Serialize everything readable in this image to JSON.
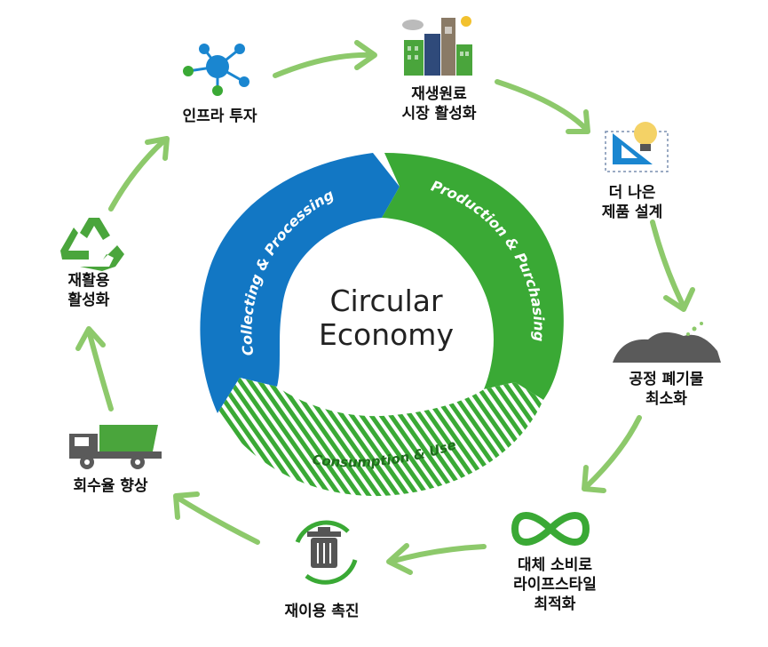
{
  "center": {
    "line1": "Circular",
    "line2": "Economy"
  },
  "segments": {
    "collecting": "Collecting & Processing",
    "production": "Production & Purchasing",
    "consumption": "Consumption & Use"
  },
  "nodes": {
    "infra": {
      "lines": [
        "인프라 투자"
      ]
    },
    "market": {
      "lines": [
        "재생원료",
        "시장 활성화"
      ]
    },
    "design": {
      "lines": [
        "더 나은",
        "제품 설계"
      ]
    },
    "waste": {
      "lines": [
        "공정 폐기물",
        "최소화"
      ]
    },
    "lifestyle": {
      "lines": [
        "대체 소비로",
        "라이프스타일",
        "최적화"
      ]
    },
    "reuse": {
      "lines": [
        "재이용 촉진"
      ]
    },
    "collection": {
      "lines": [
        "회수율 향상"
      ]
    },
    "recycle": {
      "lines": [
        "재활용",
        "활성화"
      ]
    }
  },
  "colors": {
    "blue": "#1277c4",
    "green": "#3aa935",
    "arrow": "#8dc96b",
    "icon_blue": "#1a86d0",
    "icon_green": "#4aa53c",
    "dark": "#555555"
  }
}
